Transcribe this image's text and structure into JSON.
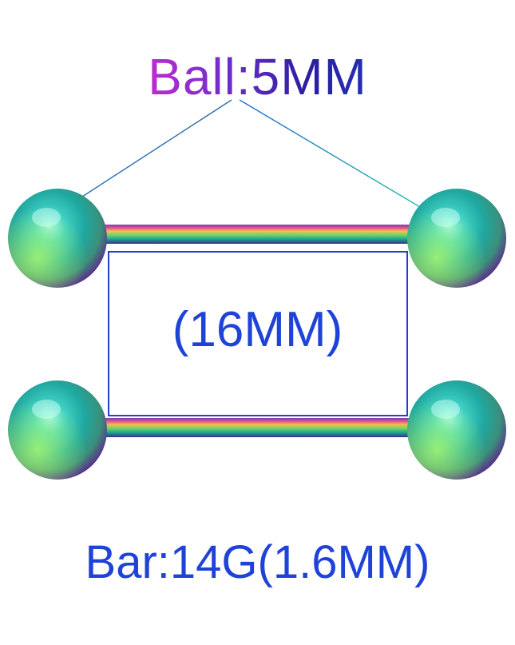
{
  "labels": {
    "ball_size": "Ball:5MM",
    "bar_length": "(16MM)",
    "bar_gauge": "Bar:14G(1.6MM)"
  },
  "colors": {
    "ball_base": "#1fb8a8",
    "ball_highlight": "#6ff0e8",
    "ball_shadow": "#5b2a8a",
    "label_blue": "#1f43d8",
    "ball_label_gradient": [
      "#ff1fb4",
      "#6a2cc9",
      "#2b1f9f",
      "#1c8fe0"
    ]
  },
  "items": [
    {
      "name": "barbell-top",
      "balls": 2
    },
    {
      "name": "barbell-bottom",
      "balls": 2
    }
  ]
}
